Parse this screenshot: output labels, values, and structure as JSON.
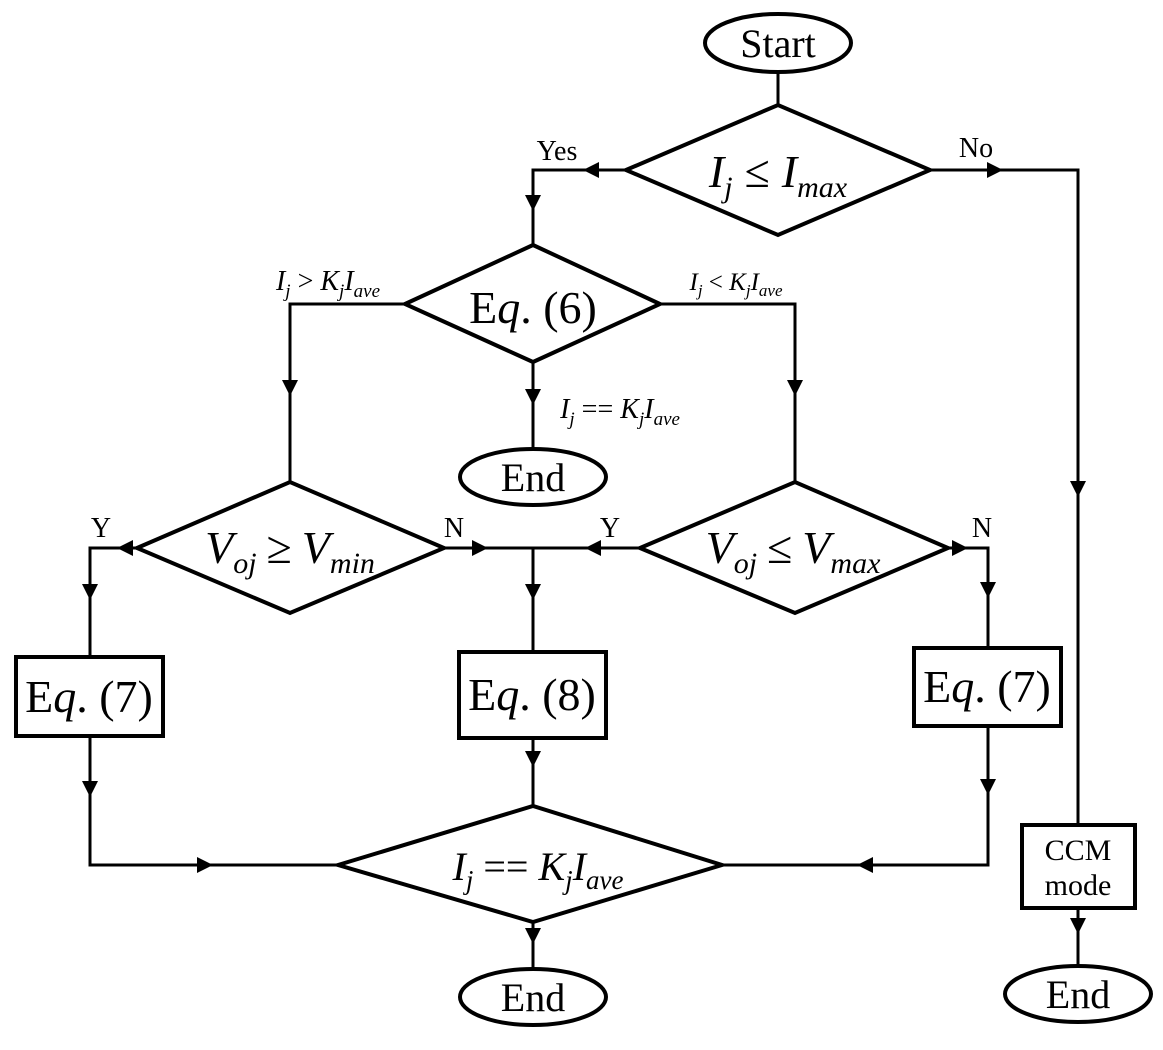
{
  "nodes": {
    "start": "Start",
    "cond_imax": {
      "a": "I",
      "a_sub": "j",
      "op": "≤",
      "b": "I",
      "b_sub": "max"
    },
    "eq6": {
      "pre": "E",
      "q": "q",
      "post": ". (6)"
    },
    "end_mid": "End",
    "cond_vmin": {
      "a": "V",
      "a_sub": "oj",
      "op": "≥",
      "b": "V",
      "b_sub": "min"
    },
    "cond_vmax": {
      "a": "V",
      "a_sub": "oj",
      "op": "≤",
      "b": "V",
      "b_sub": "max"
    },
    "eq7_left": {
      "pre": "E",
      "q": "q",
      "post": ". (7)"
    },
    "eq8": {
      "pre": "E",
      "q": "q",
      "post": ". (8)"
    },
    "eq7_right": {
      "pre": "E",
      "q": "q",
      "post": ". (7)"
    },
    "cond_final": {
      "a": "I",
      "a_sub": "j",
      "op": " == ",
      "b": "K",
      "b_sub": "j",
      "c": "I",
      "c_sub": "ave"
    },
    "end_bottom": "End",
    "ccm_line1": "CCM",
    "ccm_line2": "mode",
    "end_right": "End"
  },
  "edge_labels": {
    "yes": "Yes",
    "no": "No",
    "gt": {
      "a": "I",
      "a_sub": "j",
      "op": " > ",
      "b": "K",
      "b_sub": "j",
      "c": "I",
      "c_sub": "ave"
    },
    "lt": {
      "a": "I",
      "a_sub": "j",
      "op": " < ",
      "b": "K",
      "b_sub": "j",
      "c": "I",
      "c_sub": "ave"
    },
    "eqeq": {
      "a": "I",
      "a_sub": "j",
      "op": " == ",
      "b": "K",
      "b_sub": "j",
      "c": "I",
      "c_sub": "ave"
    },
    "y_left": "Y",
    "n_left": "N",
    "y_right": "Y",
    "n_right": "N"
  }
}
